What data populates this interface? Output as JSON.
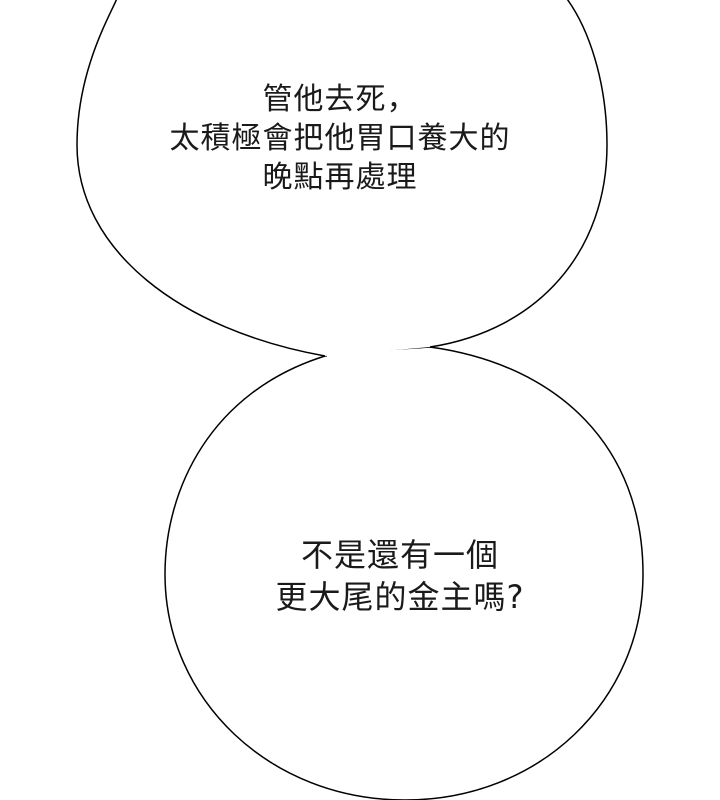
{
  "bubbles": {
    "top": {
      "lines": [
        "管他去死，",
        "太積極會把他胃口養大的",
        "晚點再處理"
      ]
    },
    "bottom": {
      "lines": [
        "不是還有一個",
        "更大尾的金主嗎?"
      ]
    }
  },
  "colors": {
    "background": "#ffffff",
    "bubble_fill": "#ffffff",
    "outline": "#000000",
    "text": "#1a1a1a"
  }
}
